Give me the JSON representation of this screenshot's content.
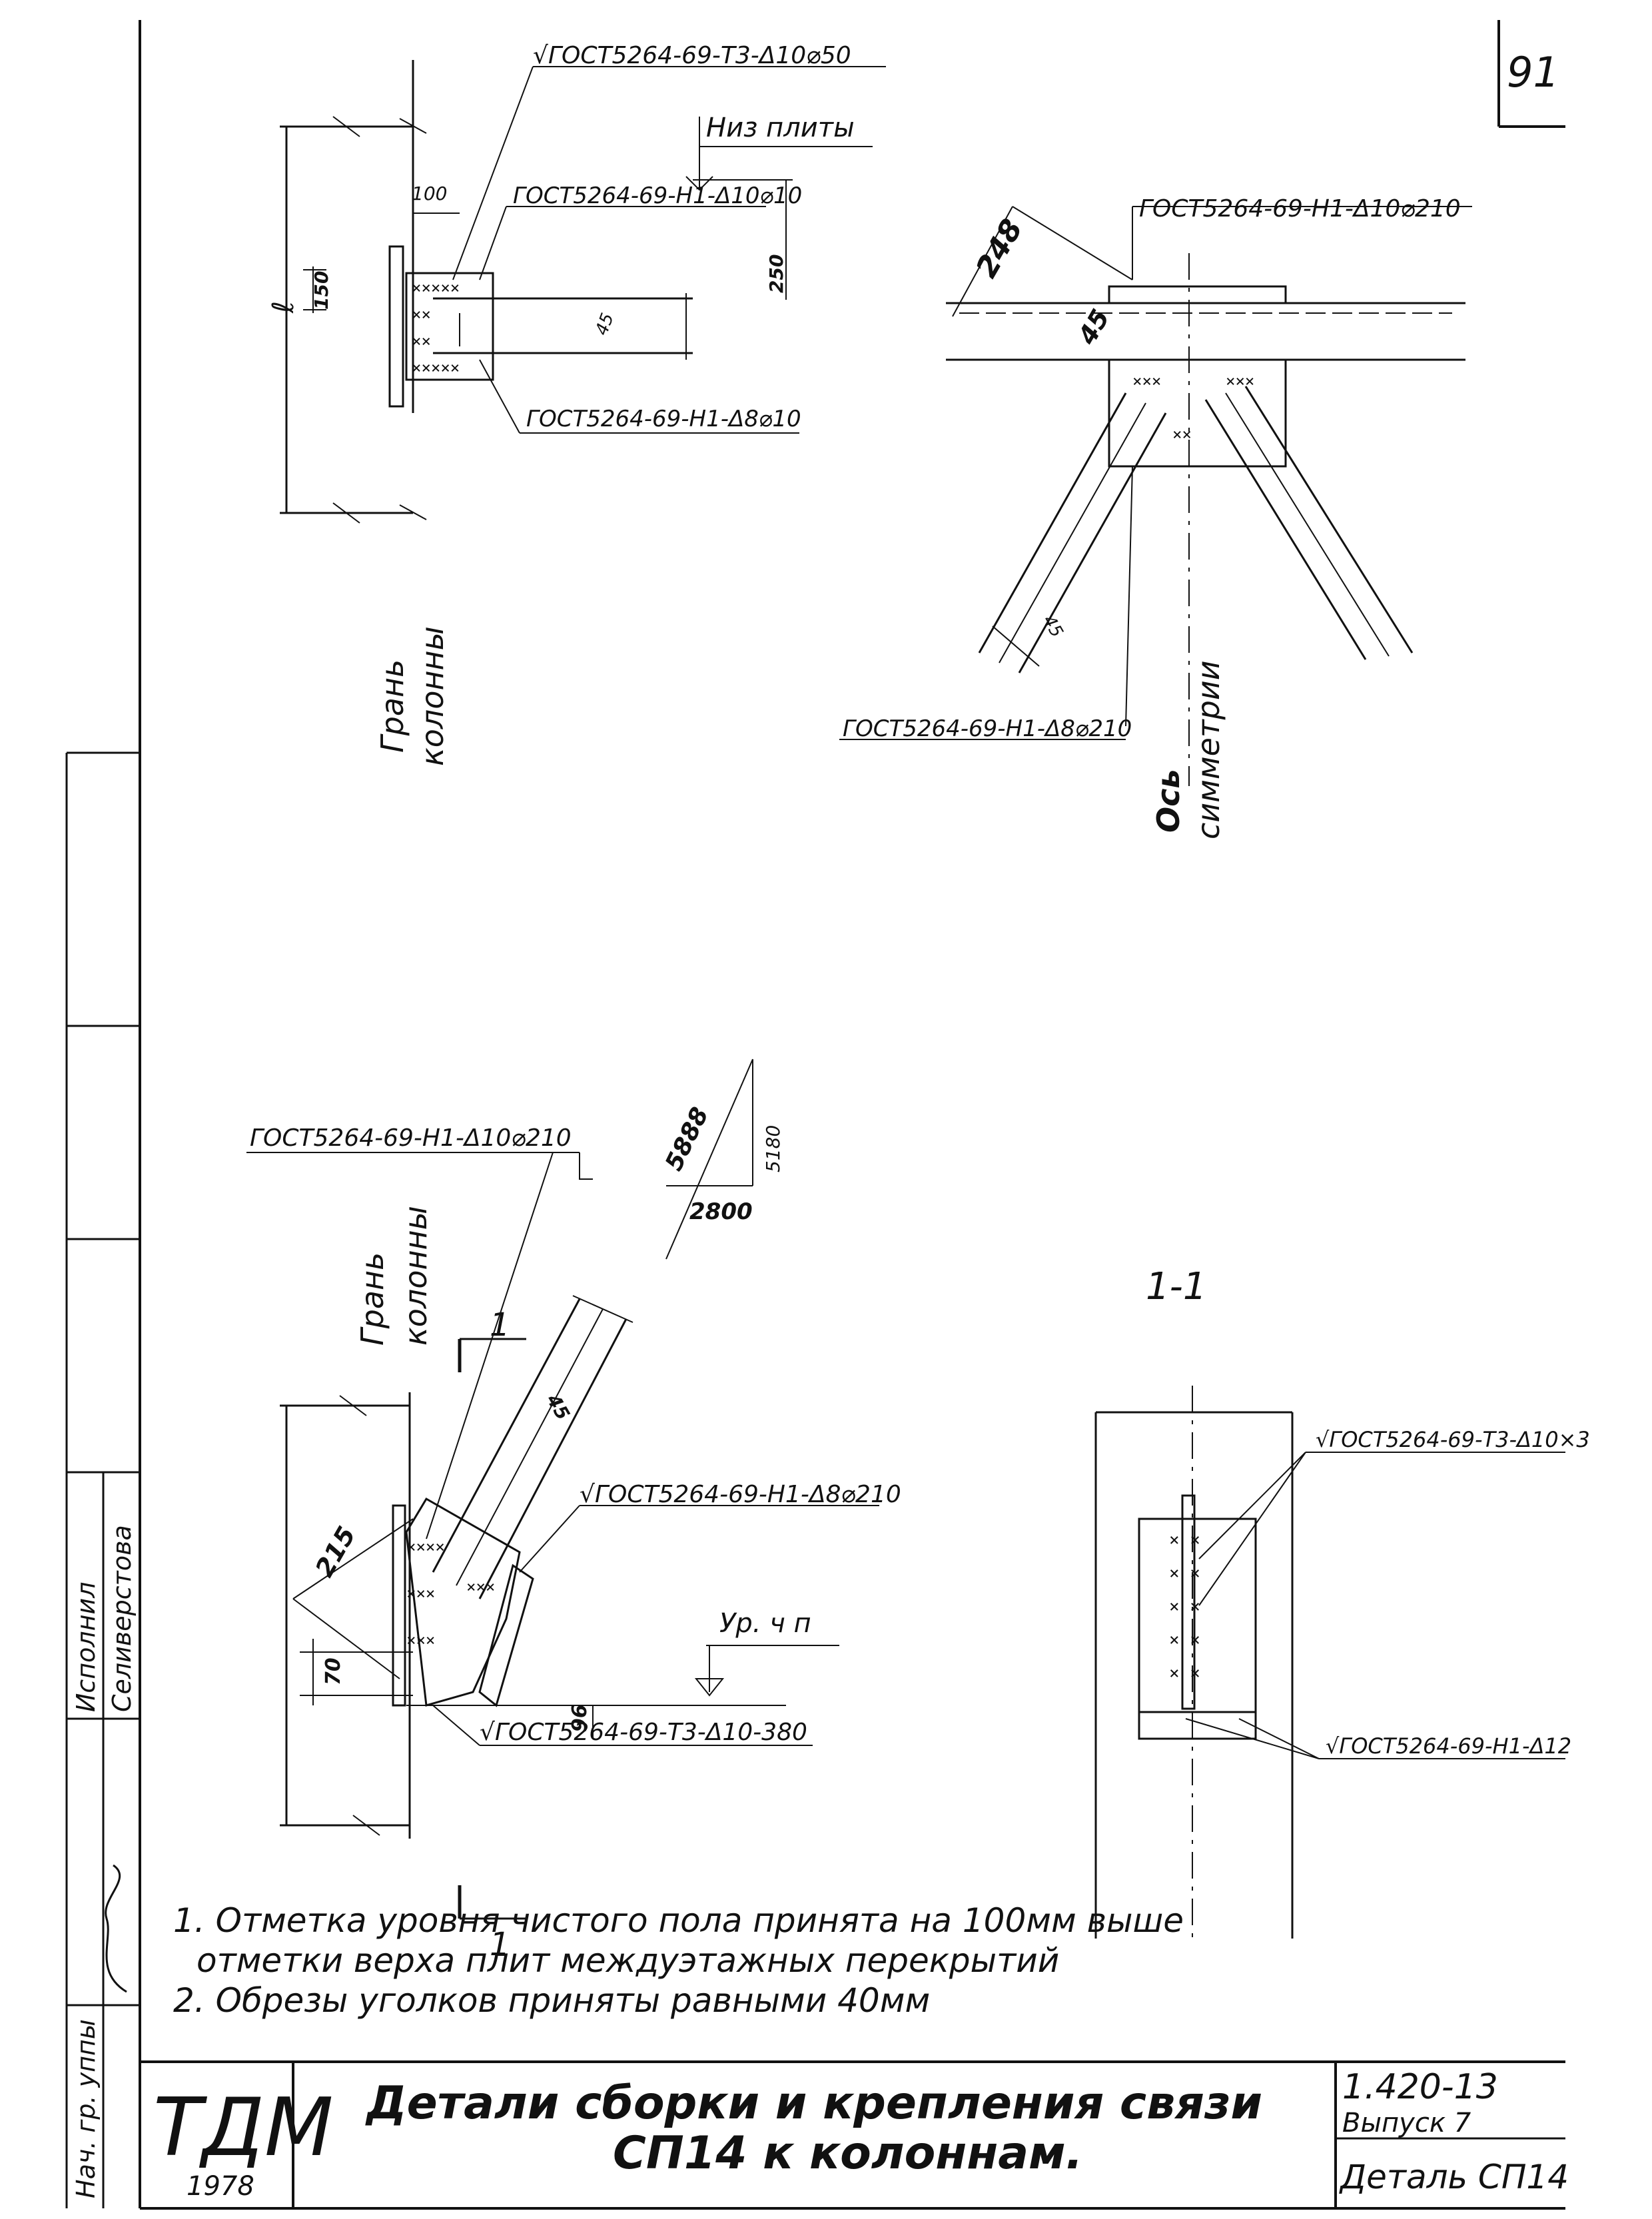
{
  "sheet": {
    "number": "91"
  },
  "detail_top_left": {
    "weld_top": "√ГОСТ5264-69-Т3-Δ10⌀50",
    "level_label": "Низ плиты",
    "dim_100": "100",
    "weld_mid": "ГОСТ5264-69-Н1-Δ10⌀10",
    "dim_250": "250",
    "dim_150": "150",
    "dim_l": "ℓ",
    "dim_45": "45",
    "weld_bottom": "ГОСТ5264-69-Н1-Δ8⌀10",
    "column_face": [
      "Грань",
      "колонны"
    ]
  },
  "detail_top_right": {
    "weld_top": "ГОСТ5264-69-Н1-Δ10⌀210",
    "dim_248": "248",
    "dim_45a": "45",
    "dim_45b": "45",
    "weld_bottom": "ГОСТ5264-69-Н1-Δ8⌀210",
    "axis_label": [
      "Ось",
      "симметрии"
    ]
  },
  "detail_bottom_left": {
    "weld_top": "ГОСТ5264-69-Н1-Δ10⌀210",
    "slope_hyp": "5888",
    "slope_v": "5180",
    "slope_h": "2800",
    "column_face": [
      "Грань",
      "колонны"
    ],
    "section_mark": "1",
    "dim_45": "45",
    "weld_mid": "√ГОСТ5264-69-Н1-Δ8⌀210",
    "dim_215": "215",
    "floor_level": "Ур. ч п",
    "dim_70": "70",
    "dim_96": "96",
    "weld_bottom": "√ГОСТ5264-69-Т3-Δ10-380"
  },
  "section_1_1": {
    "title": "1-1",
    "weld_top": "√ГОСТ5264-69-Т3-Δ10×3",
    "weld_bottom": "√ГОСТ5264-69-Н1-Δ12"
  },
  "notes": [
    "1. Отметка уровня чистого пола принята на 100мм выше",
    "отметки верха плит междуэтажных перекрытий",
    "2. Обрезы уголков приняты равными 40мм"
  ],
  "title_block": {
    "org": "ТДМ",
    "year": "1978",
    "title_line1": "Детали сборки и крепления связи",
    "title_line2": "СП14 к колоннам.",
    "doc_code": "1.420-13",
    "issue": "Выпуск 7",
    "detail": "Деталь СП14"
  },
  "side_stamp": {
    "role1": "Нач. гр. уппы",
    "role2": "Исполнил",
    "name": "Селиверстова"
  }
}
